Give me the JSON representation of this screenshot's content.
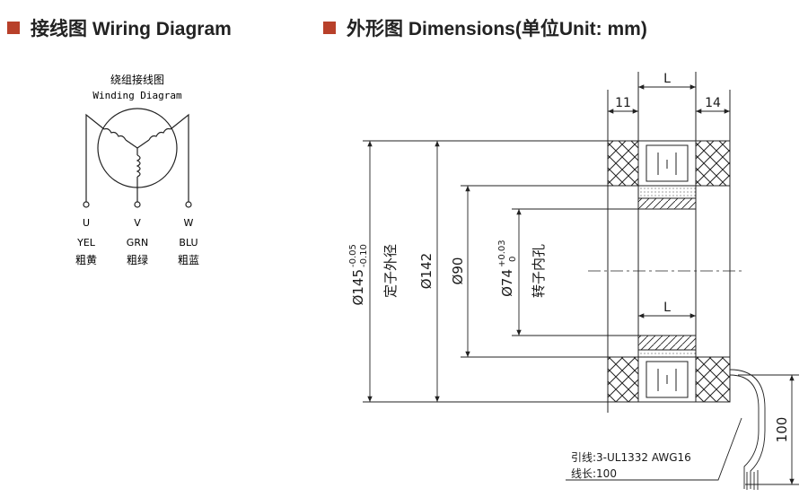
{
  "wiring": {
    "heading": "接线图 Wiring Diagram",
    "title_cn": "绕组接线图",
    "title_en": "Winding Diagram",
    "terminals": [
      {
        "letter": "U",
        "code": "YEL",
        "cn": "粗黄"
      },
      {
        "letter": "V",
        "code": "GRN",
        "cn": "粗绿"
      },
      {
        "letter": "W",
        "code": "BLU",
        "cn": "粗蓝"
      }
    ]
  },
  "dimensions": {
    "heading": "外形图 Dimensions(单位Unit: mm)",
    "top_left": "11",
    "top_length": "L",
    "top_right": "14",
    "mid_length": "L",
    "stator_od": "Ø145",
    "stator_od_tol_upper": "-0.05",
    "stator_od_tol_lower": "-0.10",
    "stator_od_cn": "定子外径",
    "d142": "Ø142",
    "d90": "Ø90",
    "rotor_id": "Ø74",
    "rotor_id_tol_upper": "+0.03",
    "rotor_id_tol_lower": "0",
    "rotor_id_cn": "转子内孔",
    "lead_len_value": "100",
    "lead_wire": "引线:3-UL1332 AWG16",
    "lead_length_label": "线长:100"
  },
  "colors": {
    "accent": "#b8402a",
    "line": "#222222"
  }
}
